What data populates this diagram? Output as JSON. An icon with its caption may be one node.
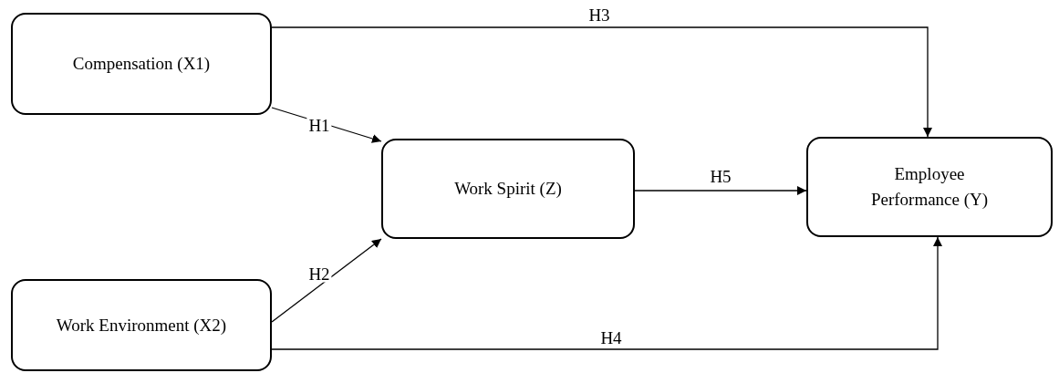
{
  "diagram": {
    "nodes": [
      {
        "text": [
          "Compensation (X1)"
        ]
      },
      {
        "text": [
          "Work Environment (X2)"
        ]
      },
      {
        "text": [
          "Work Spirit (Z)"
        ]
      },
      {
        "text": [
          "Employee Performance (Y)"
        ]
      }
    ],
    "edges": [
      {
        "from": 0,
        "to": 2,
        "arrow": "to",
        "label": "H1"
      },
      {
        "from": 1,
        "to": 2,
        "arrow": "to",
        "label": "H2"
      },
      {
        "from": 0,
        "to": 3,
        "arrow": "to",
        "label": "H3"
      },
      {
        "from": 1,
        "to": 3,
        "arrow": "to",
        "label": "H4"
      },
      {
        "from": 2,
        "to": 3,
        "arrow": "to",
        "label": "H5"
      }
    ]
  }
}
